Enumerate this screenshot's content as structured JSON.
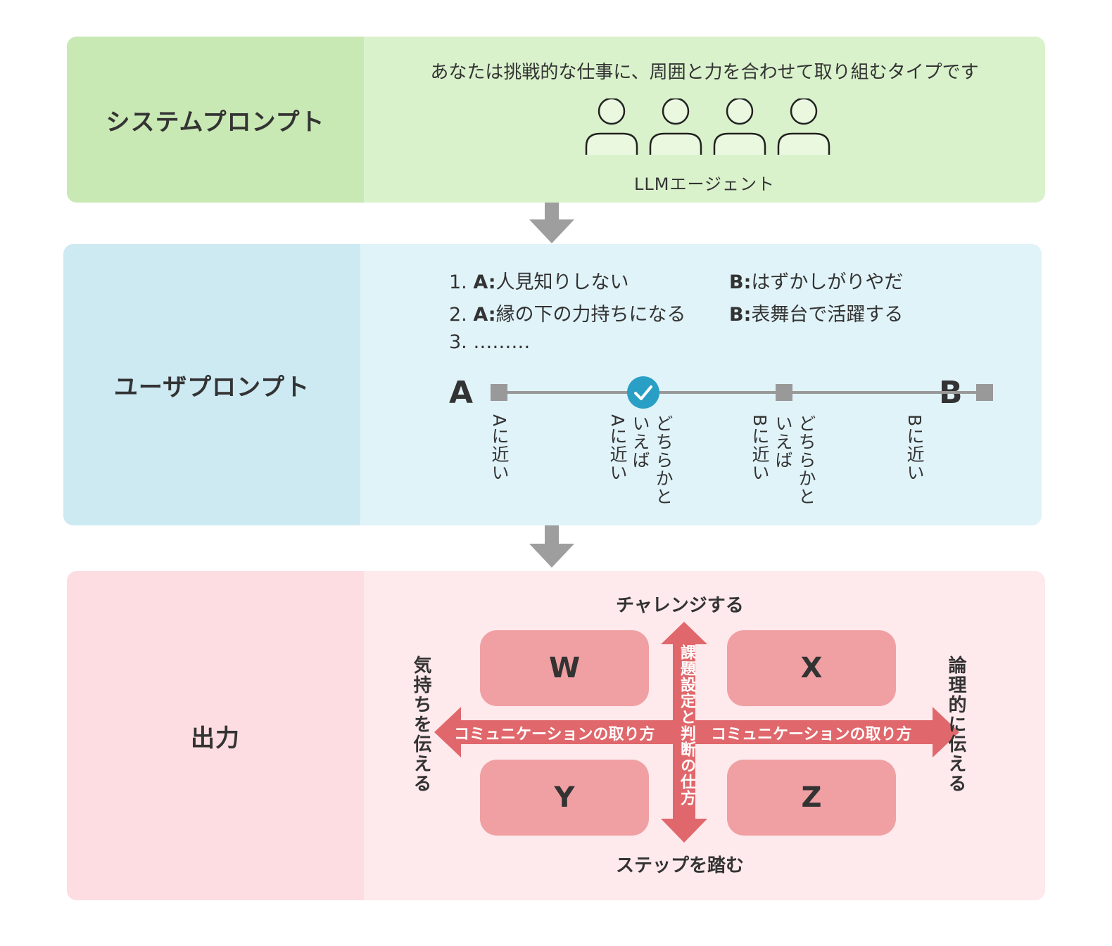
{
  "system_prompt": {
    "label": "システムプロンプト",
    "description": "あなたは挑戦的な仕事に、周囲と力を合わせて取り組むタイプです",
    "agent_caption": "LLMエージェント",
    "agent_icon": "person-icon",
    "colors": {
      "label_bg": "#c8e8b4",
      "body_bg": "#daf2cc"
    }
  },
  "user_prompt": {
    "label": "ユーザプロンプト",
    "questions": [
      {
        "num": "1.",
        "a_prefix": "A:",
        "a_text": "人見知りしない",
        "b_prefix": "B:",
        "b_text": "はずかしがりやだ"
      },
      {
        "num": "2.",
        "a_prefix": "A:",
        "a_text": "縁の下の力持ちになる",
        "b_prefix": "B:",
        "b_text": "表舞台で活躍する"
      },
      {
        "num": "3.",
        "a_prefix": "",
        "a_text": "………",
        "b_prefix": "",
        "b_text": ""
      }
    ],
    "scale": {
      "left_end": "A",
      "right_end": "B",
      "options": [
        "Aに近い",
        "どちらかといえばAに近い",
        "どちらかといえばBに近い",
        "Bに近い"
      ],
      "selected_index": 1,
      "option_lines": [
        [
          "Aに近い"
        ],
        [
          "どちらかと",
          "いえば",
          "Aに近い"
        ],
        [
          "どちらかと",
          "いえば",
          "Bに近い"
        ],
        [
          "Bに近い"
        ]
      ],
      "accent": "#2a9fc5"
    },
    "colors": {
      "label_bg": "#cdeaf3",
      "body_bg": "#e0f3f9"
    }
  },
  "output": {
    "label": "出力",
    "quadrants": [
      "W",
      "X",
      "Y",
      "Z"
    ],
    "top": "チャレンジする",
    "bottom": "ステップを踏む",
    "left": "気持ちを伝える",
    "right": "論理的に伝える",
    "horizontal_axis": "コミュニケーションの取り方",
    "vertical_axis": "課題設定と判断の仕方",
    "colors": {
      "label_bg": "#fddde2",
      "body_bg": "#fee9ec",
      "quad": "#f0a0a2",
      "arrow": "#e0686c"
    }
  },
  "flow_arrow_color": "#9e9e9e"
}
